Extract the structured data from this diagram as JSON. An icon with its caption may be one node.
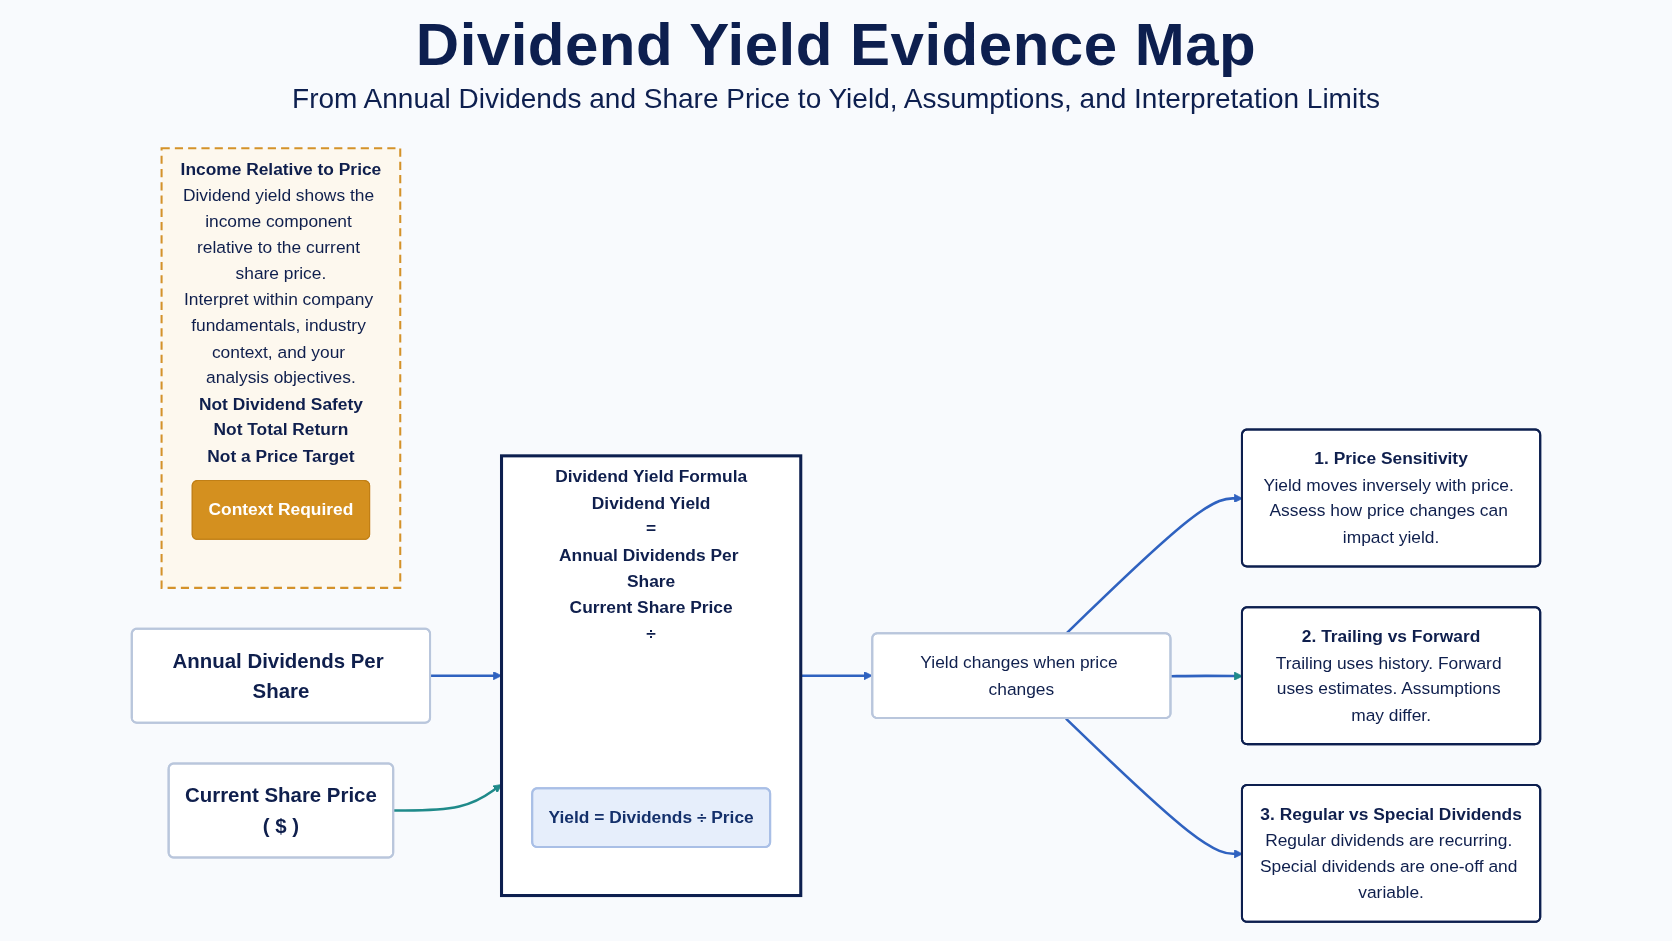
{
  "diagram": {
    "title": "Dividend Yield Evidence Map",
    "nodes": [
      {
        "text": [
          "Annual Dividends Per Share"
        ]
      },
      {
        "text": [
          "Current Share Price",
          "( $ )"
        ]
      },
      {
        "text": [
          "Dividend Yield Formula",
          "Dividend Yield",
          "=",
          "Annual Dividends Per Share",
          "Current Share Price",
          "÷"
        ]
      },
      {
        "text": [
          "Yield = Dividends ÷ Price"
        ],
        "in": 2
      },
      {
        "text": [
          "Yield changes when price changes"
        ]
      },
      {
        "text": [
          "1. Price Sensitivity",
          "Yield moves inversely with price. Assess how price changes can impact yield."
        ]
      },
      {
        "text": [
          "2. Trailing vs Forward",
          "Trailing uses history. Forward uses estimates. Assumptions may differ."
        ]
      },
      {
        "text": [
          "3. Regular vs Special Dividends",
          "Regular dividends are recurring. Special dividends are one-off and variable."
        ]
      },
      {
        "text": [
          "Income Relative to Price",
          "Dividend yield shows the income component relative to the current share price.",
          "Interpret within company fundamentals, industry context, and your analysis objectives.",
          "Not Dividend Safety",
          "Not Total Return",
          "Not a Price Target"
        ]
      },
      {
        "text": [
          "Context Required"
        ],
        "in": 8
      }
    ],
    "edges": [
      {
        "from": 0,
        "to": 2,
        "arrow": "to"
      },
      {
        "from": 1,
        "to": 2,
        "arrow": "to",
        "color": "#1f8a8a"
      },
      {
        "from": 2,
        "to": 4,
        "arrow": "to"
      },
      {
        "from": 4,
        "to": 5,
        "arrow": "to"
      },
      {
        "from": 4,
        "to": 6,
        "arrow": "to"
      },
      {
        "from": 4,
        "to": 7,
        "arrow": "to"
      }
    ],
    "labels": [
      "From Annual Dividends and Share Price to Yield, Assumptions, and Interpretation Limits"
    ]
  }
}
